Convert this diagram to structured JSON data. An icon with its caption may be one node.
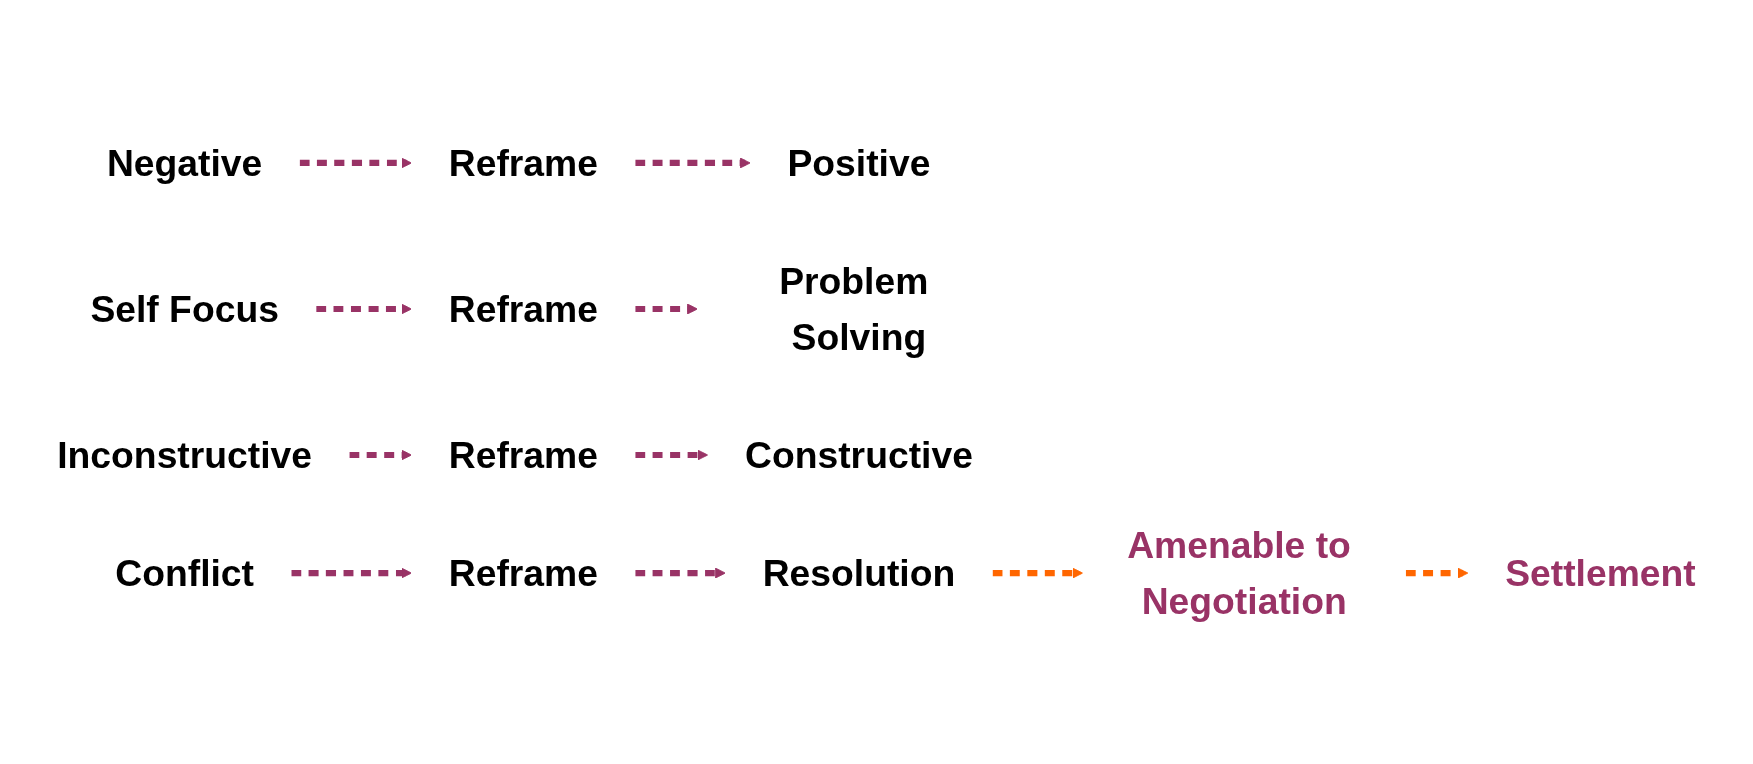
{
  "diagram": {
    "nodes": [
      {
        "text": [
          "Negative"
        ]
      },
      {
        "text": [
          "Reframe"
        ]
      },
      {
        "text": [
          "Positive"
        ]
      },
      {
        "text": [
          "Self Focus"
        ]
      },
      {
        "text": [
          "Reframe"
        ]
      },
      {
        "text": [
          "Problem Solving"
        ]
      },
      {
        "text": [
          "Inconstructive"
        ]
      },
      {
        "text": [
          "Reframe"
        ]
      },
      {
        "text": [
          "Constructive"
        ]
      },
      {
        "text": [
          "Conflict"
        ]
      },
      {
        "text": [
          "Reframe"
        ]
      },
      {
        "text": [
          "Resolution"
        ]
      },
      {
        "text": [
          "Amenable to Negotiation"
        ]
      },
      {
        "text": [
          "Settlement"
        ]
      }
    ],
    "edges": [
      {
        "from": 0,
        "to": 1,
        "arrow": "to",
        "style": "dashed"
      },
      {
        "from": 1,
        "to": 2,
        "arrow": "to",
        "style": "dashed"
      },
      {
        "from": 3,
        "to": 4,
        "arrow": "to",
        "style": "dashed"
      },
      {
        "from": 4,
        "to": 5,
        "arrow": "to",
        "style": "dashed"
      },
      {
        "from": 6,
        "to": 7,
        "arrow": "to",
        "style": "dashed"
      },
      {
        "from": 7,
        "to": 8,
        "arrow": "to",
        "style": "dashed"
      },
      {
        "from": 9,
        "to": 10,
        "arrow": "to",
        "style": "dashed"
      },
      {
        "from": 10,
        "to": 11,
        "arrow": "to",
        "style": "dashed"
      },
      {
        "from": 11,
        "to": 12,
        "arrow": "to",
        "style": "dashed",
        "color": "#ff6600"
      },
      {
        "from": 12,
        "to": 13,
        "arrow": "to",
        "style": "dashed",
        "color": "#ff6600"
      }
    ]
  }
}
